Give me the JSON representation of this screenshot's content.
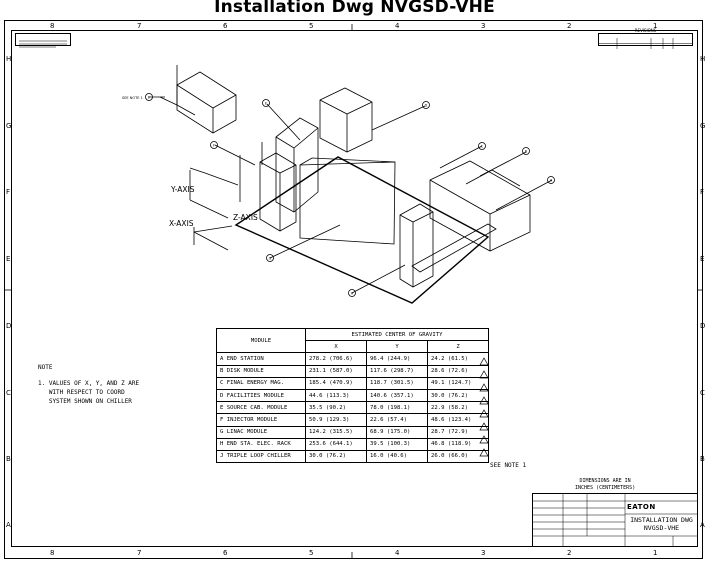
{
  "title": "Installation Dwg NVGSD-VHE",
  "zones": {
    "top": [
      "8",
      "7",
      "6",
      "5",
      "4",
      "3",
      "2",
      "1"
    ],
    "rows": [
      "H",
      "G",
      "F",
      "E",
      "D",
      "C",
      "B",
      "A"
    ]
  },
  "axes": {
    "y_axis": "Y-AXIS",
    "x_axis": "X-AXIS",
    "z_axis": "Z-AXIS",
    "see_note": "SEE NOTE 1"
  },
  "callouts": [
    "A",
    "B",
    "C",
    "D",
    "E",
    "F",
    "G",
    "H",
    "J"
  ],
  "note": {
    "label": "NOTE",
    "text": "1. VALUES OF X, Y, AND Z ARE\n   WITH RESPECT TO COORD\n   SYSTEM SHOWN ON CHILLER"
  },
  "table": {
    "module_header": "MODULE",
    "cog_header": "ESTIMATED CENTER OF GRAVITY",
    "col_x": "X",
    "col_y": "Y",
    "col_z": "Z",
    "rows": [
      {
        "name": "A END STATION",
        "x": "278.2 (706.6)",
        "y": "96.4 (244.9)",
        "z": "24.2 (61.5)"
      },
      {
        "name": "B DISK MODULE",
        "x": "231.1 (587.0)",
        "y": "117.6 (298.7)",
        "z": "28.6 (72.6)"
      },
      {
        "name": "C FINAL ENERGY MAG.",
        "x": "185.4 (470.9)",
        "y": "118.7 (301.5)",
        "z": "49.1 (124.7)"
      },
      {
        "name": "D FACILITIES MODULE",
        "x": "44.6 (113.3)",
        "y": "140.6 (357.1)",
        "z": "30.0 (76.2)"
      },
      {
        "name": "E SOURCE CAB. MODULE",
        "x": "35.5 (90.2)",
        "y": "78.0 (198.1)",
        "z": "22.9 (58.2)"
      },
      {
        "name": "F INJECTOR MODULE",
        "x": "50.9 (129.3)",
        "y": "22.6 (57.4)",
        "z": "48.6 (123.4)"
      },
      {
        "name": "G LINAC MODULE",
        "x": "124.2 (315.5)",
        "y": "68.9 (175.0)",
        "z": "28.7 (72.9)"
      },
      {
        "name": "H END STA. ELEC. RACK",
        "x": "253.6 (644.1)",
        "y": "39.5 (100.3)",
        "z": "46.8 (118.9)"
      },
      {
        "name": "J TRIPLE LOOP CHILLER",
        "x": "30.0 (76.2)",
        "y": "16.0 (40.6)",
        "z": "26.0 (66.0)"
      }
    ]
  },
  "see_note_1": "SEE NOTE 1",
  "dimensions_note": "DIMENSIONS ARE IN\nINCHES (CENTIMETERS)",
  "title_block": {
    "drawing_title": "INSTALLATION DWG",
    "drawing_number": "NVGSD-VHE",
    "logo": "EATON"
  },
  "revisions_header": "REVISIONS"
}
